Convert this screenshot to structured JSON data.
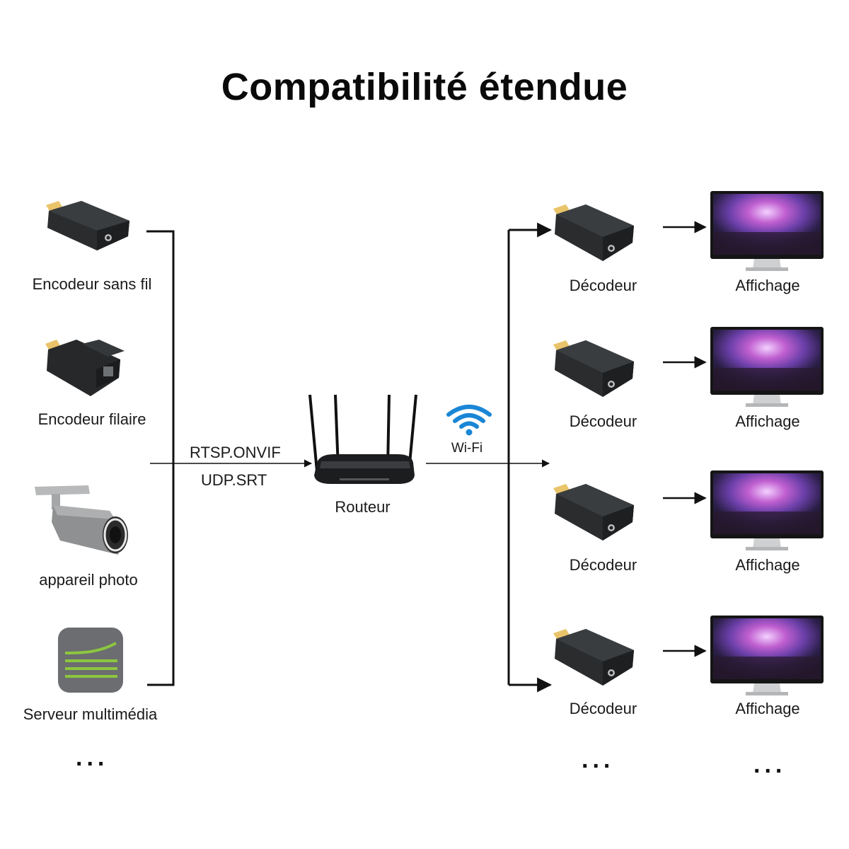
{
  "title": "Compatibilité étendue",
  "sources": [
    {
      "label": "Encodeur sans fil",
      "icon": "wireless-encoder-icon"
    },
    {
      "label": "Encodeur filaire",
      "icon": "wired-encoder-icon"
    },
    {
      "label": "appareil photo",
      "icon": "ip-camera-icon"
    },
    {
      "label": "Serveur multimédia",
      "icon": "media-server-icon"
    }
  ],
  "sources_more": "...",
  "protocols": {
    "line1": "RTSP.ONVIF",
    "line2": "UDP.SRT"
  },
  "router": {
    "label": "Routeur",
    "icon": "router-icon"
  },
  "wifi": {
    "label": "Wi-Fi",
    "icon": "wifi-icon",
    "color": "#1a86d6"
  },
  "decoders": [
    {
      "label": "Décodeur"
    },
    {
      "label": "Décodeur"
    },
    {
      "label": "Décodeur"
    },
    {
      "label": "Décodeur"
    }
  ],
  "displays": [
    {
      "label": "Affichage"
    },
    {
      "label": "Affichage"
    },
    {
      "label": "Affichage"
    },
    {
      "label": "Affichage"
    }
  ],
  "decoders_more": "...",
  "displays_more": "...",
  "colors": {
    "line": "#111111",
    "server_green": "#8cc63f",
    "server_gray": "#6b6d70"
  }
}
